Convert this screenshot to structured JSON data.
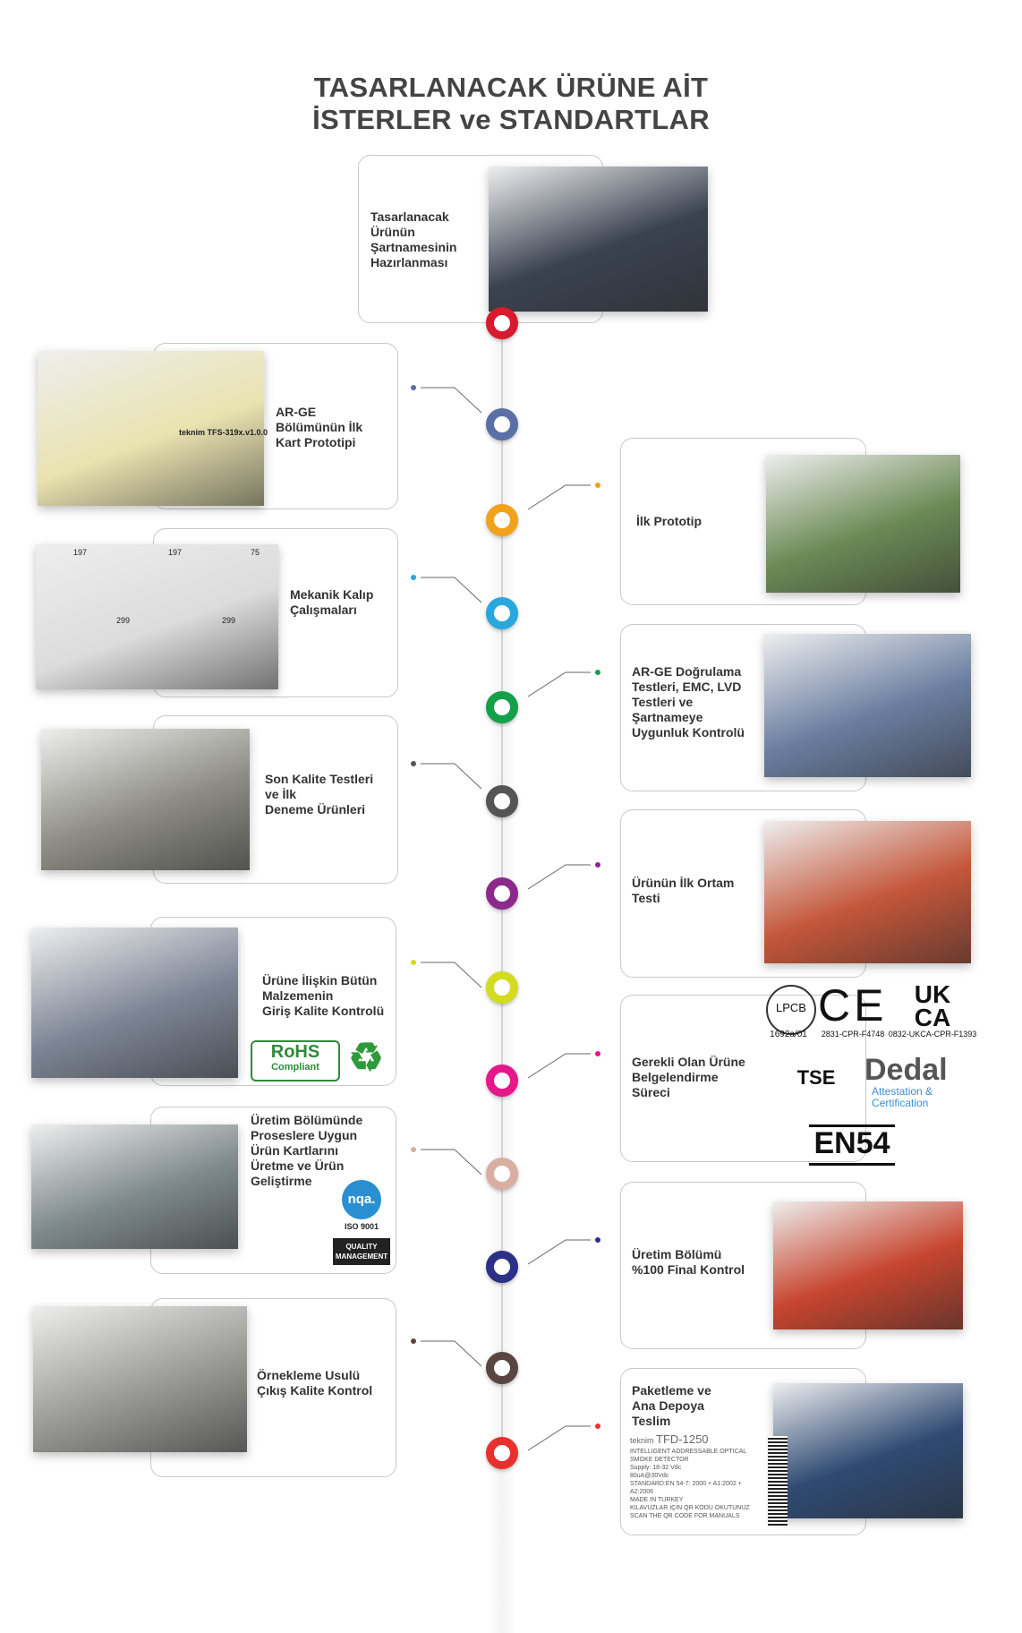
{
  "title": {
    "line1": "TASARLANACAK ÜRÜNE AİT",
    "line2": "İSTERLER ve STANDARTLAR"
  },
  "steps": [
    {
      "label": "Tasarlanacak\nÜrünün\nŞartnamesinin\nHazırlanması",
      "color": "#d91a2e",
      "image": "meeting-photo"
    },
    {
      "label": "AR-GE\nBölümünün İlk\nKart Prototipi",
      "color": "#5a6fa5",
      "image": "pcb-prototype-photo",
      "pcb_text": "teknim TFS-319x.v1.0.0"
    },
    {
      "label": "İlk Prototip",
      "color": "#f0a21a",
      "image": "prototype-device-render"
    },
    {
      "label": "Mekanik Kalıp\nÇalışmaları",
      "color": "#2aa7dd",
      "image": "mechanical-drawing",
      "dims": [
        "197",
        "197",
        "75",
        "299",
        "299"
      ]
    },
    {
      "label": "AR-GE Doğrulama\nTestleri, EMC, LVD\nTestleri ve\nŞartnameye\nUygunluk Kontrolü",
      "color": "#14a04a",
      "image": "lab-test-photo"
    },
    {
      "label": "Son Kalite Testleri\nve İlk\nDeneme Ürünleri",
      "color": "#555555",
      "image": "workshop-photo"
    },
    {
      "label": "Ürünün İlk Ortam\nTesti",
      "color": "#8b2a8c",
      "image": "field-test-panel-photo"
    },
    {
      "label": "Ürüne İlişkin Bütün\nMalzemenin\nGiriş Kalite Kontrolü",
      "color": "#d3dc1e",
      "image": "quality-control-photo",
      "badges": {
        "rohs": "RoHS",
        "rohs_sub": "Compliant"
      }
    },
    {
      "label": "Gerekli Olan Ürüne\nBelgelendirme\nSüreci",
      "color": "#e6168b",
      "certs": {
        "lpcb": "LPCB",
        "lpcb_no": "1692a/01",
        "ce": "CE",
        "ce_no": "2831-CPR-F4748",
        "ukca_1": "UK",
        "ukca_2": "CA",
        "ukca_no": "0832-UKCA-CPR-F1393",
        "tse": "TSE",
        "dedal": "Dedal",
        "dedal_sub1": "Attestation &",
        "dedal_sub2": "Certification",
        "en54": "EN54"
      }
    },
    {
      "label": "Üretim Bölümünde\nProseslere Uygun\nÜrün Kartlarını\nÜretme ve Ürün\nGeliştirme",
      "color": "#d9afa3",
      "image": "production-photo",
      "badges": {
        "nqa": "nqa.",
        "iso": "ISO 9001",
        "qm1": "QUALITY",
        "qm2": "MANAGEMENT"
      }
    },
    {
      "label": "Üretim Bölümü\n%100 Final Kontrol",
      "color": "#2b3187",
      "image": "final-control-photo"
    },
    {
      "label": "Örnekleme Usulü\nÇıkış Kalite Kontrol",
      "color": "#5a4640",
      "image": "sampling-photo"
    },
    {
      "label": "Paketleme ve\nAna Depoya\nTeslim",
      "color": "#e8312e",
      "image": "warehouse-photo",
      "product_label": {
        "brand": "teknim",
        "model": "TFD-1250",
        "desc": "INTELLIGENT ADDRESSABLE OPTICAL SMOKE DETECTOR",
        "supply": "Supply: 18-32 Vdc",
        "current": "80uA@30Vdc",
        "standard": "STANDARD:EN 54-7: 2000 + A1:2002 + A2:2006",
        "made_in": "MADE IN TURKEY",
        "qr_text": "KILAVUZLAR İÇİN QR KODU OKUTUNUZ SCAN THE QR CODE FOR MANUALS"
      }
    }
  ]
}
